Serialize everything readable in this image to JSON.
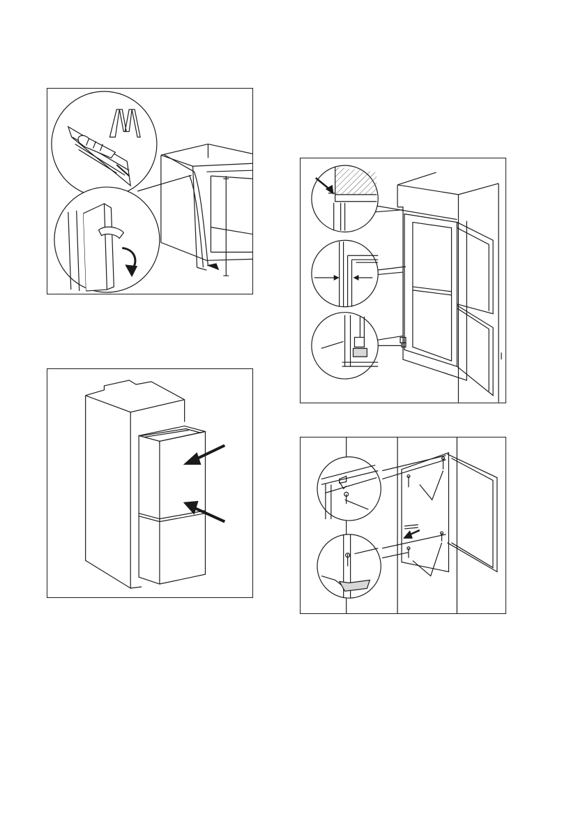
{
  "page": {
    "type": "installation-manual-illustrations",
    "text_visible": false
  },
  "figures": [
    {
      "id": "figure-seal-strip",
      "icons": [
        "utility-knife-icon",
        "folding-ruler-icon",
        "seal-strip-icon",
        "arrow-rotate-icon"
      ]
    },
    {
      "id": "figure-push-appliance",
      "icons": [
        "cabinet-icon",
        "appliance-icon",
        "push-arrow-icon"
      ]
    },
    {
      "id": "figure-alignment-detail",
      "icons": [
        "magnifier-detail-icon",
        "gap-measure-icon",
        "hinge-icon",
        "arrow-icon"
      ]
    },
    {
      "id": "figure-fix-screws",
      "icons": [
        "screw-icon",
        "bracket-icon",
        "arrow-icon"
      ]
    }
  ],
  "colors": {
    "line": "#1a1a1a",
    "background": "#ffffff",
    "hatch": "#555555",
    "shade": "#d8d8d8"
  }
}
